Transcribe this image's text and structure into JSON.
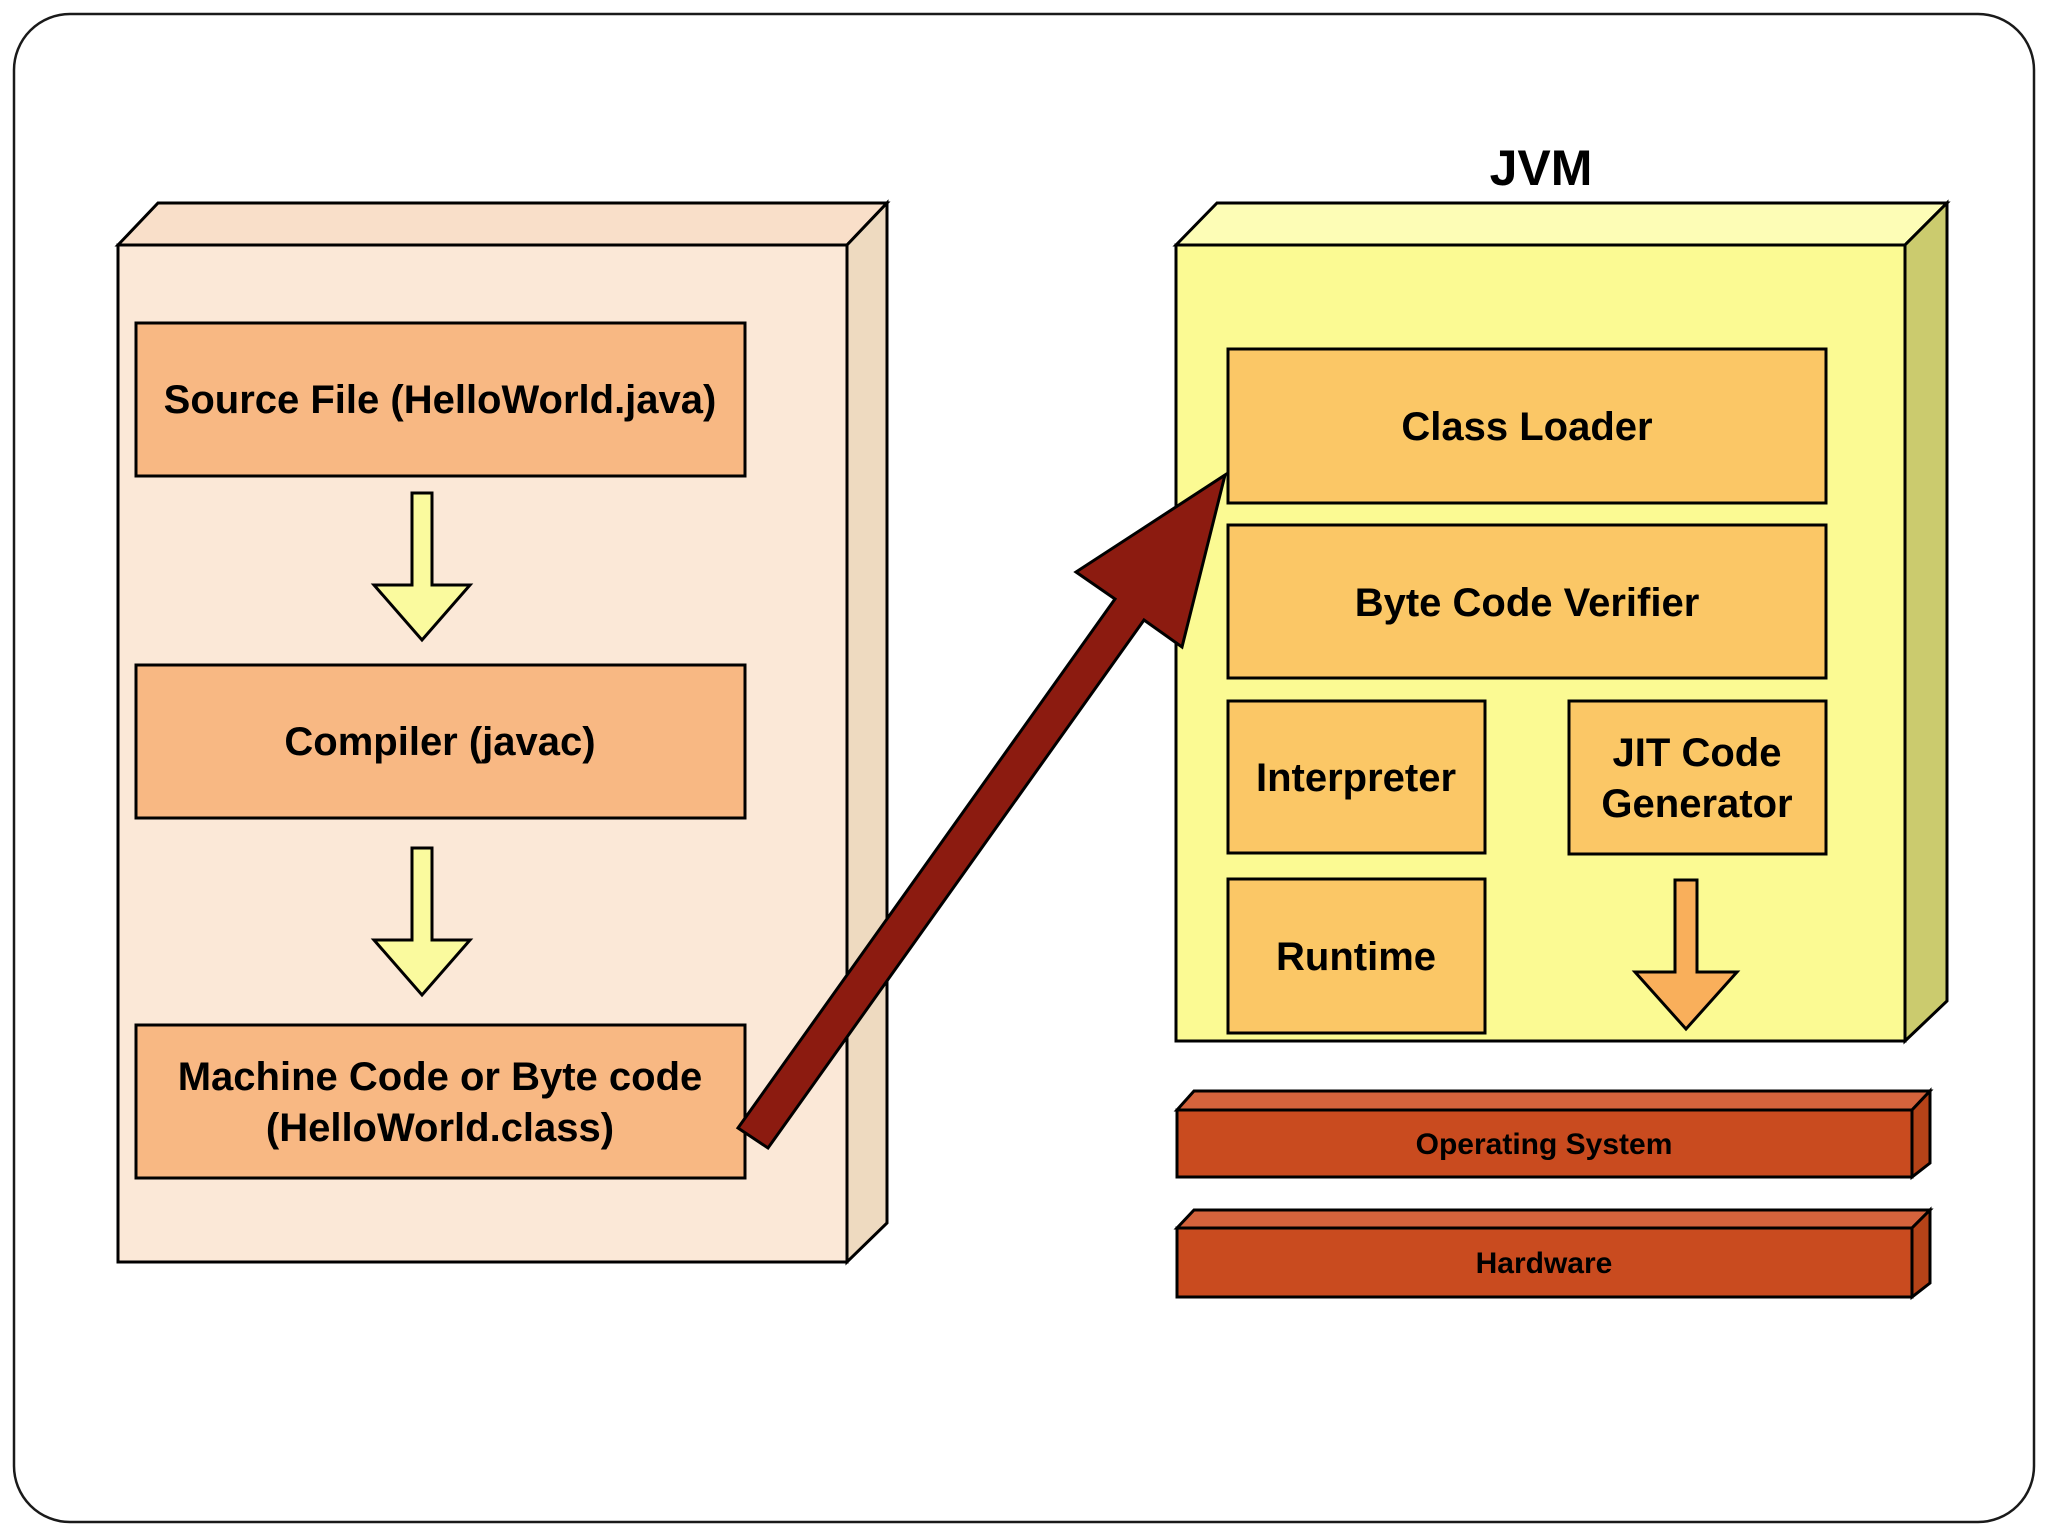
{
  "slide": {
    "background_color": "#ffffff",
    "border_color": "#1a1a1a"
  },
  "jvm_title": {
    "text": "JVM",
    "color": "#A5291F"
  },
  "compile_flow_panel": {
    "front_color": "#FBE8D7",
    "top_color": "#F9DFC9",
    "side_color": "#EEDAC0",
    "box_color": "#F8B883",
    "arrow_color": "#FAFA9E",
    "source_file_label": "Source File (HelloWorld.java)",
    "compiler_label": "Compiler (javac)",
    "machine_code_line1": "Machine Code or Byte code",
    "machine_code_line2": "(HelloWorld.class)"
  },
  "jvm_panel": {
    "front_color": "#FBFA93",
    "top_color": "#FDFDB6",
    "side_color": "#CBCB6E",
    "box_color": "#FBC766",
    "arrow_color": "#F9AF5B",
    "class_loader_label": "Class Loader",
    "byte_code_verifier_label": "Byte Code Verifier",
    "interpreter_label": "Interpreter",
    "jit_line1": "JIT Code",
    "jit_line2": "Generator",
    "runtime_label": "Runtime"
  },
  "platform_bars": {
    "front_color": "#C94B1F",
    "top_color": "#D4633C",
    "side_color": "#B54318",
    "operating_system_label": "Operating System",
    "hardware_label": "Hardware"
  },
  "bytecode_to_jvm_arrow": {
    "color": "#8C1B10"
  }
}
